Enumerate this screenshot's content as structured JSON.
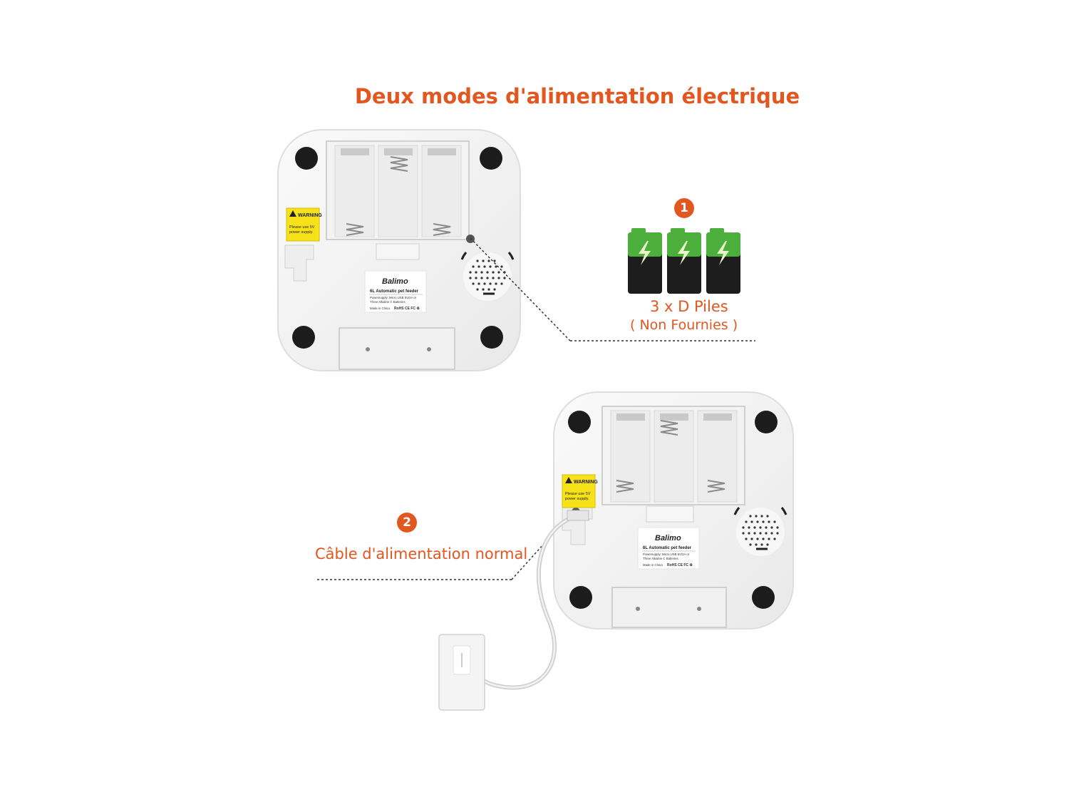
{
  "title": "Deux modes d'alimentation électrique",
  "colors": {
    "accent": "#e2561f",
    "battery_green": "#4caf3c",
    "battery_dark": "#1d1d1d",
    "warning_yellow": "#f7e21a"
  },
  "option_battery": {
    "number": "1",
    "label": "3 x D Piles",
    "note": "( Non Fournies )"
  },
  "option_cable": {
    "number": "2",
    "label": "Câble d'alimentation normal"
  },
  "device": {
    "warning_title": "WARNING",
    "warning_body_1": "Please use 5V",
    "warning_body_2": "power supply.",
    "brand": "Balimo",
    "model": "6L  Automatic pet feeder",
    "spec_1": "Powersupply: Micro USB 5V/2A or",
    "spec_2": "Three Alkaline C Batteries",
    "made_in": "Made in China",
    "certs": "RoHS  CE  FC  ♻"
  },
  "icons": [
    "battery-icon",
    "lightning-icon",
    "usb-plug-icon"
  ]
}
